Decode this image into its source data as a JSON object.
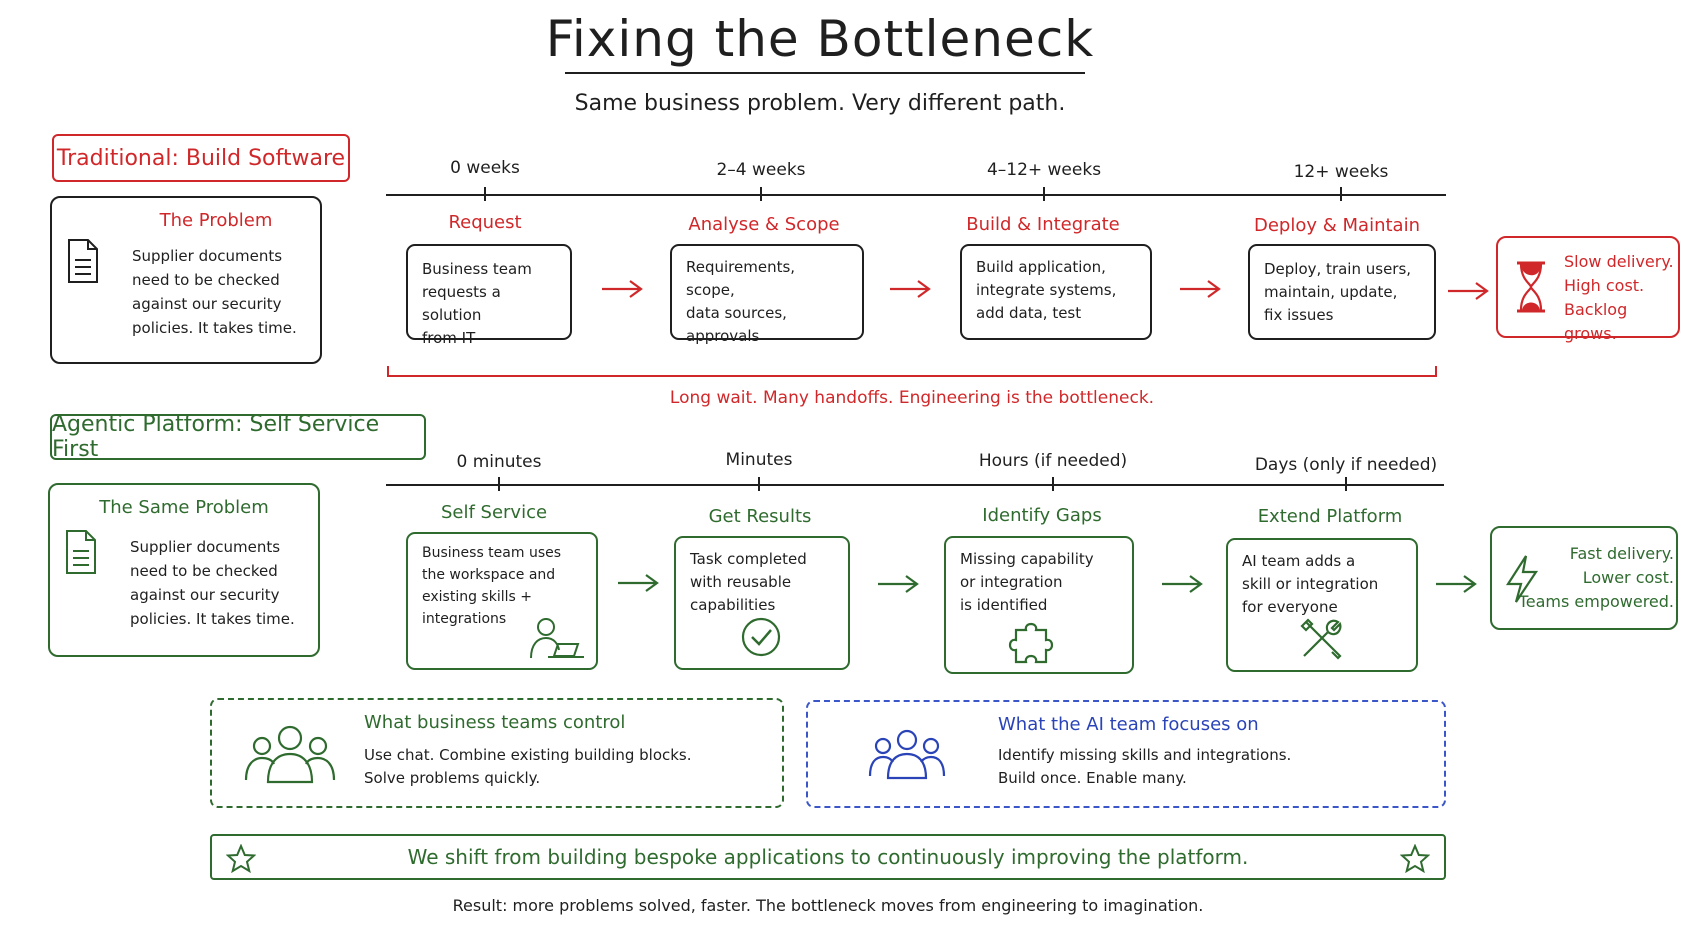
{
  "header": {
    "title": "Fixing the Bottleneck",
    "subtitle": "Same business problem. Very different path."
  },
  "traditional": {
    "tag": "Traditional: Build Software",
    "problem_title": "The Problem",
    "problem_lines": [
      "Supplier documents",
      "need to be checked",
      "against our security",
      "policies. It takes time."
    ],
    "timeline": [
      "0 weeks",
      "2–4 weeks",
      "4–12+ weeks",
      "12+ weeks"
    ],
    "steps": [
      {
        "title": "Request",
        "lines": [
          "Business team",
          "requests a solution",
          "from IT"
        ]
      },
      {
        "title": "Analyse & Scope",
        "lines": [
          "Requirements, scope,",
          "data sources,",
          "approvals"
        ]
      },
      {
        "title": "Build & Integrate",
        "lines": [
          "Build application,",
          "integrate systems,",
          "add data, test"
        ]
      },
      {
        "title": "Deploy & Maintain",
        "lines": [
          "Deploy, train users,",
          "maintain, update,",
          "fix issues"
        ]
      }
    ],
    "outcome_lines": [
      "Slow delivery.",
      "High cost.",
      "Backlog grows."
    ],
    "bracket_note": "Long wait. Many handoffs. Engineering is the bottleneck."
  },
  "agentic": {
    "tag": "Agentic Platform: Self Service First",
    "problem_title": "The Same Problem",
    "problem_lines": [
      "Supplier documents",
      "need to be checked",
      "against our security",
      "policies. It takes time."
    ],
    "timeline": [
      "0 minutes",
      "Minutes",
      "Hours (if needed)",
      "Days (only if needed)"
    ],
    "steps": [
      {
        "title": "Self Service",
        "lines": [
          "Business team uses",
          "the workspace and",
          "existing skills +",
          "integrations"
        ]
      },
      {
        "title": "Get Results",
        "lines": [
          "Task completed",
          "with reusable",
          "capabilities"
        ]
      },
      {
        "title": "Identify Gaps",
        "lines": [
          "Missing capability",
          "or integration",
          "is identified"
        ]
      },
      {
        "title": "Extend Platform",
        "lines": [
          "AI team adds a",
          "skill or integration",
          "for everyone"
        ]
      }
    ],
    "outcome_lines": [
      "Fast delivery.",
      "Lower cost.",
      "Teams empowered."
    ]
  },
  "focus": {
    "business": {
      "title": "What business teams control",
      "lines": [
        "Use chat. Combine existing building blocks.",
        "Solve problems quickly."
      ]
    },
    "ai": {
      "title": "What the AI team focuses on",
      "lines": [
        "Identify missing skills and integrations.",
        "Build once. Enable many."
      ]
    }
  },
  "banner": "We shift from building bespoke applications to continuously improving the platform.",
  "result": "Result: more problems solved, faster. The bottleneck moves from engineering to imagination.",
  "colors": {
    "red": "#d0282a",
    "green": "#2f6b2f",
    "blue": "#2a44b8",
    "ink": "#1f1f1f"
  }
}
